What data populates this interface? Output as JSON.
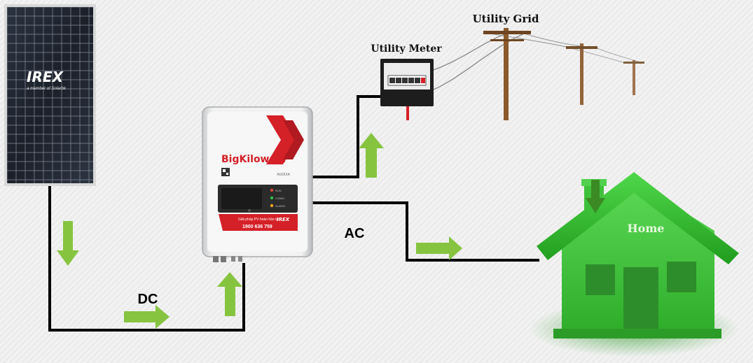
{
  "panel": {
    "brand": "IREX",
    "tagline": "a member of Solarbk"
  },
  "inverter": {
    "brand": "BigKilowatt",
    "model": "AUDIXA",
    "indicator_labels": [
      "RUN",
      "COMM",
      "ALARM"
    ],
    "banner_text": "Giải pháp PV hoàn hảo từ",
    "banner_brand": "IREX",
    "hotline": "1900 636 759"
  },
  "labels": {
    "dc": "DC",
    "ac": "AC",
    "utility_meter": "Utility Meter",
    "utility_grid": "Utility Grid",
    "home": "Home"
  },
  "colors": {
    "arrow_green": "#86c440",
    "wire": "#000000",
    "house_green": "#3ec13a",
    "roof_green": "#2ea82a",
    "inverter_red": "#d42027"
  }
}
